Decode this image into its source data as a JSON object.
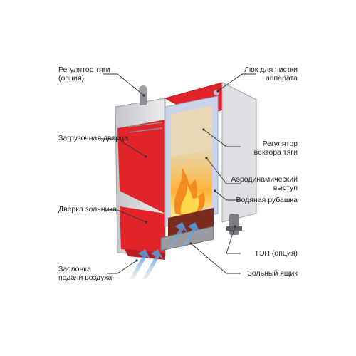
{
  "labels": {
    "draft_regulator": [
      "Регулятор тяги",
      "(опция)"
    ],
    "loading_door": "Загрузочная дверца",
    "ash_door": "Дверка зольника",
    "air_damper": [
      "Заслонка",
      "подачи воздуха"
    ],
    "cleaning_hatch": [
      "Люк для чистки",
      "аппарата"
    ],
    "draft_vector_regulator": [
      "Регулятор",
      "вектора тяги"
    ],
    "aero_ledge": [
      "Аэродинамический",
      "выступ"
    ],
    "water_jacket": "Водяная рубашка",
    "heating_element": "ТЭН (опция)",
    "ash_box": "Зольный ящик"
  },
  "colors": {
    "body_red": "#e0242a",
    "body_grey": "#d9d9dc",
    "insulation": "#c9d3ea",
    "fire_orange": "#f5a623",
    "fire_yellow": "#ffd94a",
    "air_arrow": "#7fb8e8",
    "leader_line": "#333333"
  },
  "icons": [
    "draft-regulator-icon",
    "heating-element-icon",
    "air-flow-arrows-icon",
    "flame-icon"
  ]
}
